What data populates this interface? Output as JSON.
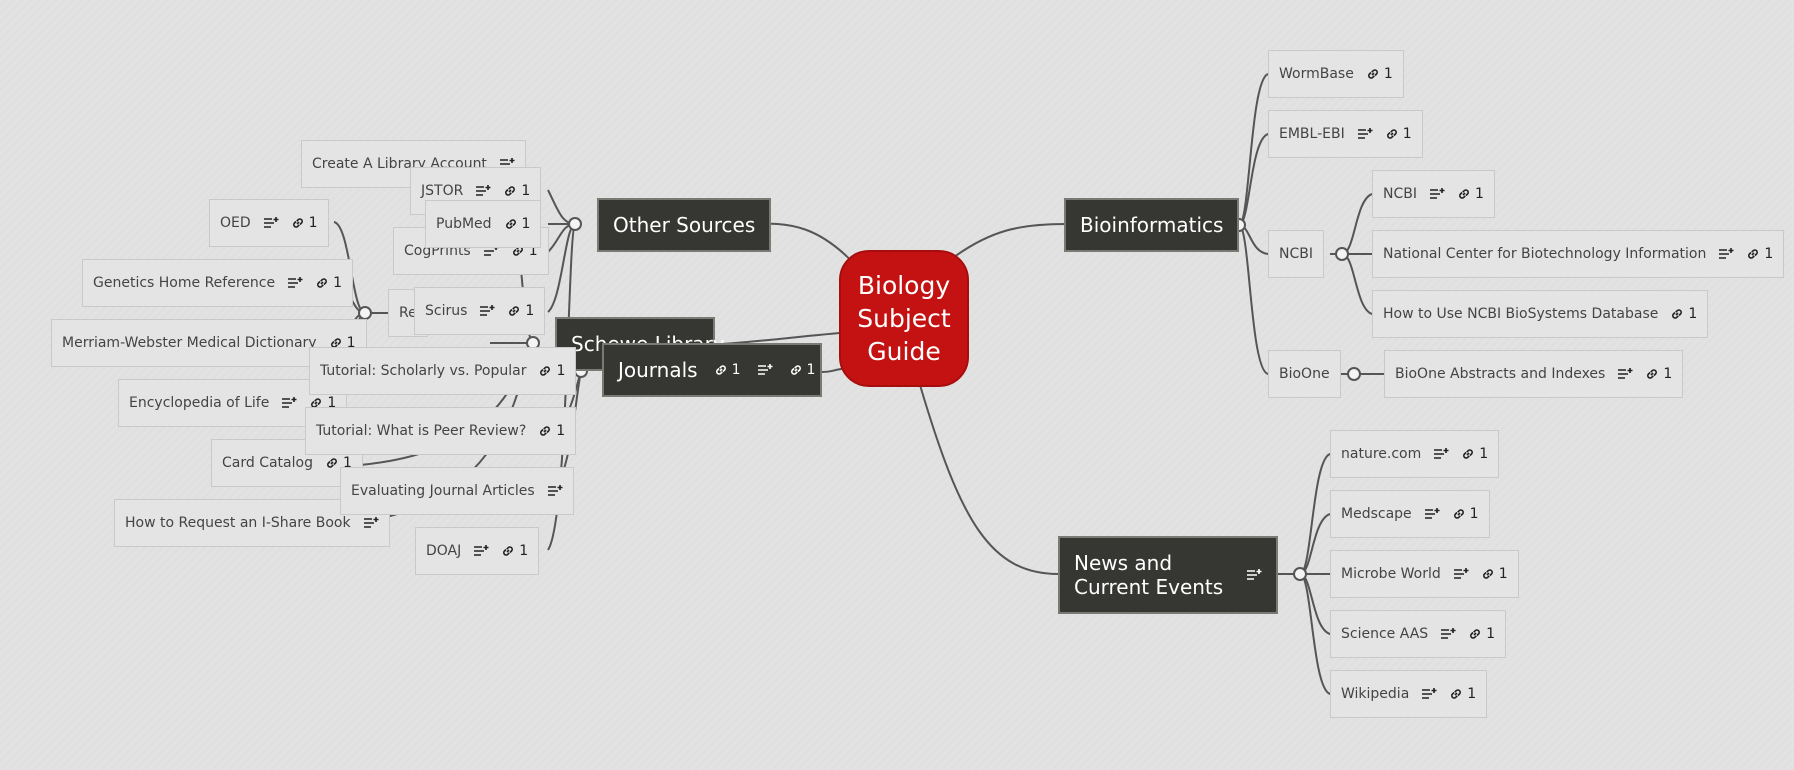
{
  "central": {
    "label": "Biology Subject Guide"
  },
  "branches": [
    {
      "id": "other-sources",
      "label": "Other Sources",
      "children": [
        {
          "label": "JSTOR",
          "notes": true,
          "links": "1"
        },
        {
          "label": "PubMed",
          "notes": false,
          "links": "1"
        },
        {
          "label": "CogPrints",
          "notes": true,
          "links": "1"
        },
        {
          "label": "Scirus",
          "notes": true,
          "links": "1"
        },
        {
          "label": "DOAJ",
          "notes": true,
          "links": "1"
        }
      ]
    },
    {
      "id": "schewe-library",
      "label": "Schewe Library",
      "children": [
        {
          "label": "Create A Library Account",
          "notes": true,
          "links": null
        },
        {
          "label": "Re",
          "notes": false,
          "links": null
        },
        {
          "label": "Card Catalog",
          "notes": false,
          "links": "1"
        },
        {
          "label": "How to Request an I-Share Book",
          "notes": true,
          "links": null
        }
      ],
      "grandchildren": [
        {
          "label": "OED",
          "notes": true,
          "links": "1"
        },
        {
          "label": "Genetics Home Reference",
          "notes": true,
          "links": "1"
        },
        {
          "label": "Merriam-Webster Medical Dictionary",
          "notes": false,
          "links": "1"
        },
        {
          "label": "Encyclopedia of Life",
          "notes": true,
          "links": "1"
        }
      ]
    },
    {
      "id": "journals",
      "label": "Journals",
      "links_a": "1",
      "notes": true,
      "links_b": "1",
      "children": [
        {
          "label": "Tutorial: Scholarly vs. Popular",
          "notes": false,
          "links": "1"
        },
        {
          "label": "Tutorial: What is Peer Review?",
          "notes": false,
          "links": "1"
        },
        {
          "label": "Evaluating Journal Articles",
          "notes": true,
          "links": null
        }
      ]
    },
    {
      "id": "bioinformatics",
      "label": "Bioinformatics",
      "children": [
        {
          "label": "WormBase",
          "notes": false,
          "links": "1"
        },
        {
          "label": "EMBL-EBI",
          "notes": true,
          "links": "1"
        },
        {
          "label": "NCBI",
          "notes": false,
          "links": null
        },
        {
          "label": "BioOne",
          "notes": false,
          "links": null
        }
      ],
      "ncbi_children": [
        {
          "label": "NCBI",
          "notes": true,
          "links": "1"
        },
        {
          "label": "National Center for Biotechnology Information",
          "notes": true,
          "links": "1"
        },
        {
          "label": "How to Use NCBI BioSystems Database",
          "notes": false,
          "links": "1"
        }
      ],
      "bioone_children": [
        {
          "label": "BioOne Abstracts and Indexes",
          "notes": true,
          "links": "1"
        }
      ]
    },
    {
      "id": "news",
      "label": "News and Current Events",
      "notes": true,
      "children": [
        {
          "label": "nature.com",
          "notes": true,
          "links": "1"
        },
        {
          "label": "Medscape",
          "notes": true,
          "links": "1"
        },
        {
          "label": "Microbe World",
          "notes": true,
          "links": "1"
        },
        {
          "label": "Science AAS",
          "notes": true,
          "links": "1"
        },
        {
          "label": "Wikipedia",
          "notes": true,
          "links": "1"
        }
      ]
    }
  ]
}
